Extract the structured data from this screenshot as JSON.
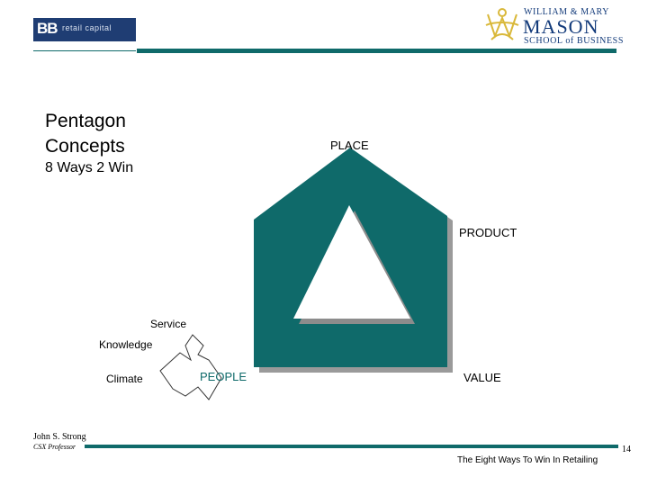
{
  "logos": {
    "bb_mark": "BB",
    "bb_text": "retail capital",
    "mason_top": "WILLIAM & MARY",
    "mason_name": "MASON",
    "mason_school": "SCHOOL of BUSINESS"
  },
  "title": {
    "line1": "Pentagon",
    "line2": "Concepts",
    "subtitle": "8 Ways 2 Win"
  },
  "diagram": {
    "place": "PLACE",
    "product": "PRODUCT",
    "value": "VALUE",
    "people": "PEOPLE",
    "service": "Service",
    "knowledge": "Knowledge",
    "climate": "Climate"
  },
  "footer": {
    "author": "John S. Strong",
    "role": "CSX Professor",
    "page": "14",
    "title": "The Eight Ways To Win In Retailing"
  },
  "colors": {
    "teal": "#0f6a6a",
    "navy": "#1f3d73",
    "gold": "#d9b83a"
  }
}
